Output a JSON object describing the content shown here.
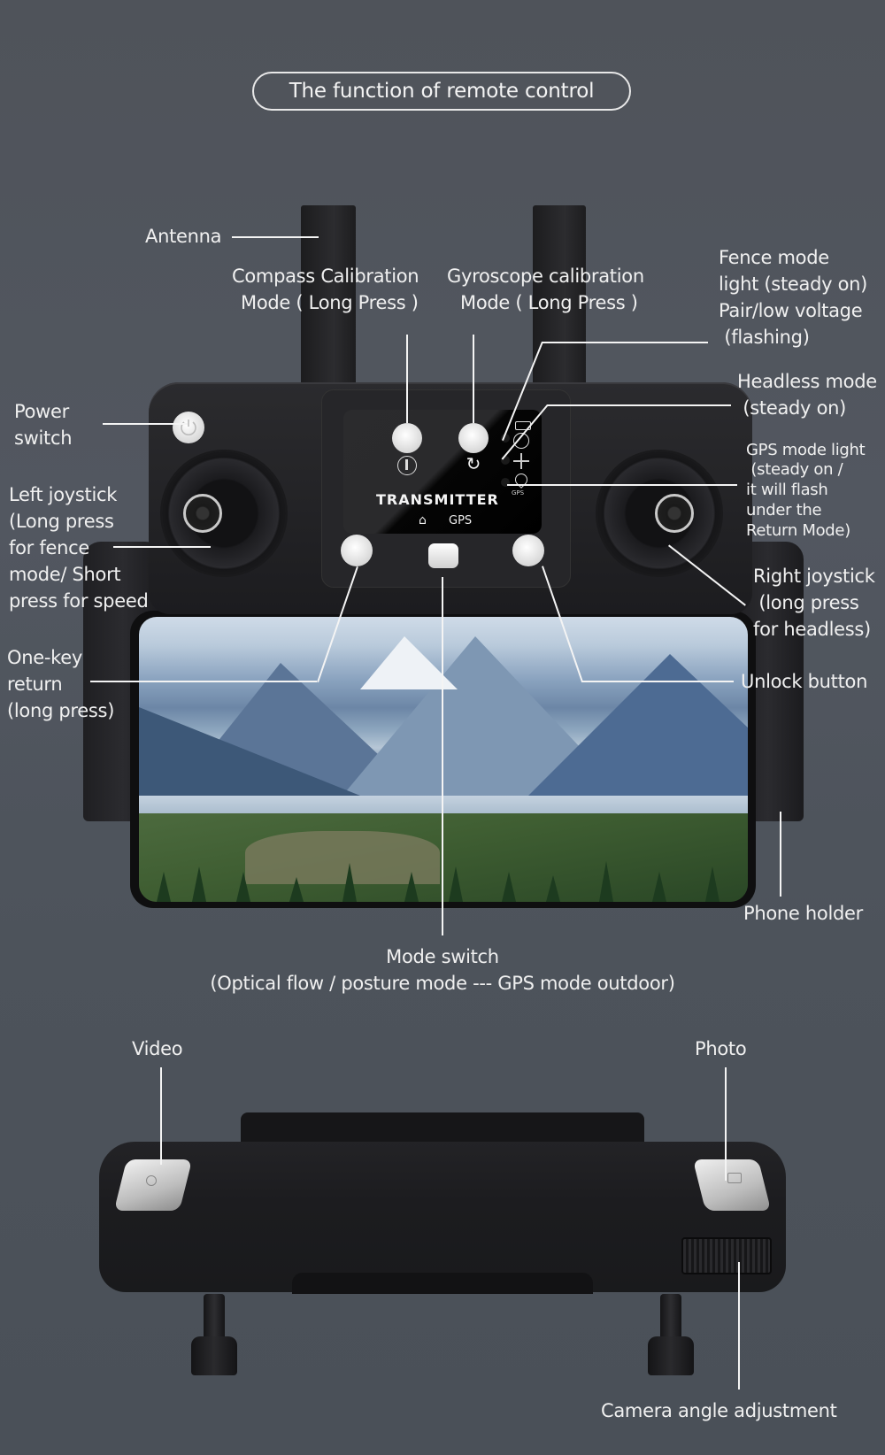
{
  "title": "The function of remote control",
  "device": {
    "screen_brand": "TRANSMITTER",
    "screen_mode": "GPS",
    "indicator_small_label": "GPS"
  },
  "labels": {
    "antenna": "Antenna",
    "compass": [
      "Compass Calibration",
      "Mode ( Long Press )"
    ],
    "gyroscope": [
      "Gyroscope calibration",
      "Mode ( Long Press )"
    ],
    "fence_light": [
      "Fence mode",
      "light (steady on)",
      "Pair/low voltage",
      " (flashing)"
    ],
    "headless_light": [
      "Headless mode",
      " (steady on)"
    ],
    "gps_light": [
      "GPS mode light",
      " (steady on /",
      "it will flash",
      "under the",
      "Return Mode)"
    ],
    "power_switch": [
      "Power",
      "switch"
    ],
    "left_joystick": [
      "Left joystick",
      "(Long press",
      "for fence",
      "mode/ Short",
      "press for speed"
    ],
    "one_key_return": [
      "One-key",
      "return",
      "(long press)"
    ],
    "right_joystick": [
      "Right joystick",
      " (long press",
      "for headless)"
    ],
    "unlock_button": "Unlock button",
    "phone_holder": "Phone holder",
    "mode_switch": [
      "Mode switch",
      "(Optical flow / posture mode --- GPS mode outdoor)"
    ],
    "video": "Video",
    "photo": "Photo",
    "camera_angle": "Camera angle adjustment"
  },
  "icons": {
    "compass": "compass-icon",
    "gyro": "refresh-icon",
    "home": "home-icon",
    "power": "power-icon",
    "battery": "battery-icon",
    "headless": "headless-icon",
    "gps_pin": "gps-pin-icon"
  },
  "colors": {
    "background": "#50555c",
    "text": "#f2f2f2",
    "device_body": "#232326"
  }
}
